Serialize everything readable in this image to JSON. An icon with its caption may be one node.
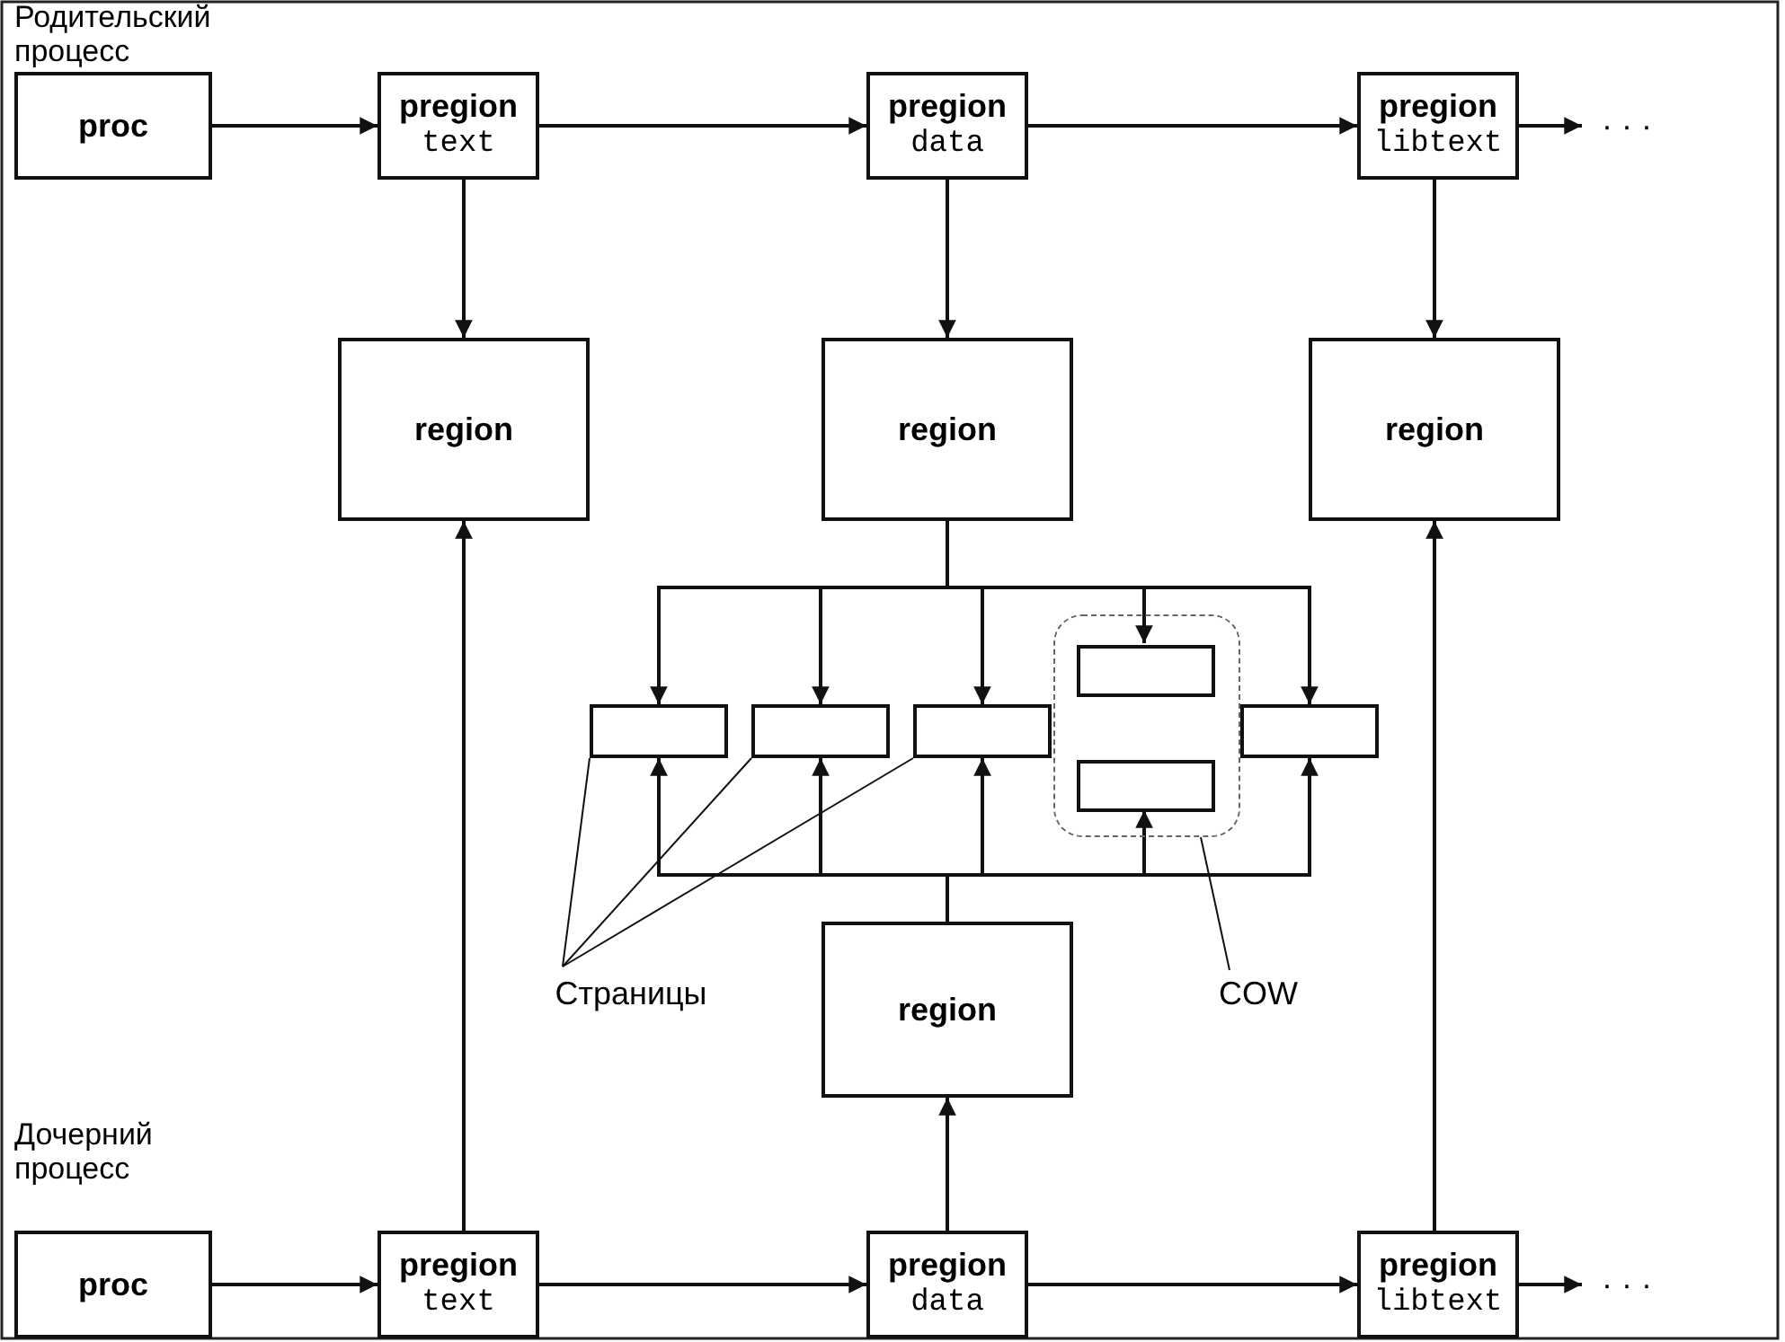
{
  "diagram": {
    "nodes": [
      {
        "text": [
          "proc"
        ]
      },
      {
        "text": [
          "pregion",
          "text"
        ]
      },
      {
        "text": [
          "pregion",
          "data"
        ]
      },
      {
        "text": [
          "pregion",
          "libtext"
        ]
      },
      {
        "text": [
          "region"
        ]
      },
      {
        "text": [
          "region"
        ]
      },
      {
        "text": [
          "region"
        ]
      },
      {
        "text": [],
        "shape": "box"
      },
      {
        "text": [],
        "shape": "box"
      },
      {
        "text": [],
        "shape": "box"
      },
      {
        "text": [],
        "shape": "box"
      },
      {
        "text": [],
        "shape": "box",
        "in": 10
      },
      {
        "text": [],
        "shape": "box",
        "in": 10
      },
      {
        "text": [],
        "shape": "box"
      },
      {
        "text": [
          "region"
        ]
      },
      {
        "text": [
          "Страницы"
        ]
      },
      {
        "text": [
          "COW"
        ]
      },
      {
        "text": [
          "proc"
        ]
      },
      {
        "text": [
          "pregion",
          "text"
        ]
      },
      {
        "text": [
          "pregion",
          "data"
        ]
      },
      {
        "text": [
          "pregion",
          "libtext"
        ]
      },
      {
        "text": [
          "· · ·"
        ]
      },
      {
        "text": [
          "· · ·"
        ]
      }
    ],
    "edges": [
      {
        "from": 0,
        "to": 1,
        "arrow": "to"
      },
      {
        "from": 1,
        "to": 2,
        "arrow": "to"
      },
      {
        "from": 2,
        "to": 3,
        "arrow": "to"
      },
      {
        "from": 3,
        "to": 21,
        "arrow": "to"
      },
      {
        "from": 1,
        "to": 4,
        "arrow": "to"
      },
      {
        "from": 2,
        "to": 5,
        "arrow": "to"
      },
      {
        "from": 3,
        "to": 6,
        "arrow": "to"
      },
      {
        "from": 5,
        "to": 7,
        "arrow": "to"
      },
      {
        "from": 5,
        "to": 8,
        "arrow": "to"
      },
      {
        "from": 5,
        "to": 9,
        "arrow": "to"
      },
      {
        "from": 5,
        "to": 11,
        "arrow": "to"
      },
      {
        "from": 5,
        "to": 13,
        "arrow": "to"
      },
      {
        "from": 14,
        "to": 7,
        "arrow": "to"
      },
      {
        "from": 14,
        "to": 8,
        "arrow": "to"
      },
      {
        "from": 14,
        "to": 9,
        "arrow": "to"
      },
      {
        "from": 14,
        "to": 12,
        "arrow": "to"
      },
      {
        "from": 14,
        "to": 13,
        "arrow": "to"
      },
      {
        "from": 15,
        "to": 7,
        "arrow": "none"
      },
      {
        "from": 15,
        "to": 8,
        "arrow": "none"
      },
      {
        "from": 15,
        "to": 9,
        "arrow": "none"
      },
      {
        "from": 16,
        "to": 10,
        "arrow": "none"
      },
      {
        "from": 17,
        "to": 18,
        "arrow": "to"
      },
      {
        "from": 18,
        "to": 19,
        "arrow": "to"
      },
      {
        "from": 19,
        "to": 20,
        "arrow": "to"
      },
      {
        "from": 20,
        "to": 22,
        "arrow": "to"
      },
      {
        "from": 18,
        "to": 4,
        "arrow": "to"
      },
      {
        "from": 19,
        "to": 14,
        "arrow": "to"
      },
      {
        "from": 20,
        "to": 6,
        "arrow": "to"
      }
    ],
    "labels": [
      "Родительский процесс",
      "Дочерний процесс"
    ]
  }
}
